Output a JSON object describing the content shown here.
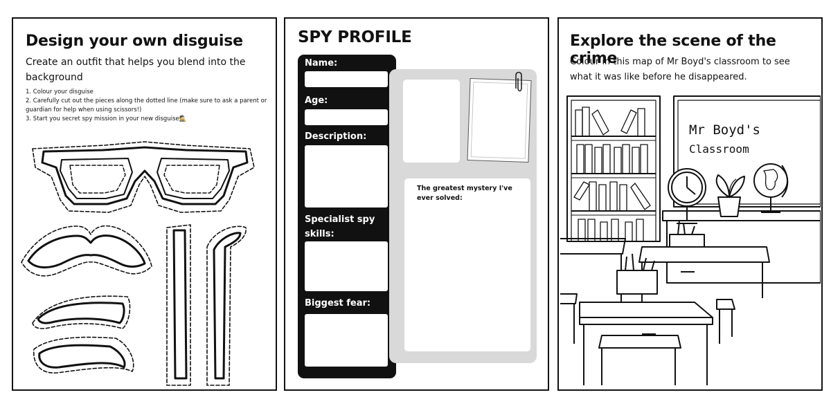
{
  "disguise": {
    "title": "Design your own disguise",
    "subtitle": "Create an outfit that helps you blend into the background",
    "steps": [
      "1. Colour your disguise",
      "2. Carefully cut out the pieces along the dotted line (make sure to ask a parent or guardian for help when using scissors!)",
      "3. Start you secret spy mission in your new disguise🕵️"
    ]
  },
  "profile": {
    "title": "SPY PROFILE",
    "fields": [
      {
        "label": "Name:"
      },
      {
        "label": "Age:"
      },
      {
        "label": "Description:"
      },
      {
        "label": "Specialist spy skills:"
      },
      {
        "label": "Biggest fear:"
      }
    ],
    "mystery_label": "The greatest mystery I've ever solved:"
  },
  "crime": {
    "title": "Explore the scene of the crime",
    "subtitle": "Colour in this map of Mr Boyd's classroom to see what it was like before he disappeared.",
    "board_line1": "Mr Boyd's",
    "board_line2": "Classroom"
  },
  "colors": {
    "ink": "#111111",
    "card_gray": "#d9d9d9",
    "paper": "#ffffff"
  }
}
